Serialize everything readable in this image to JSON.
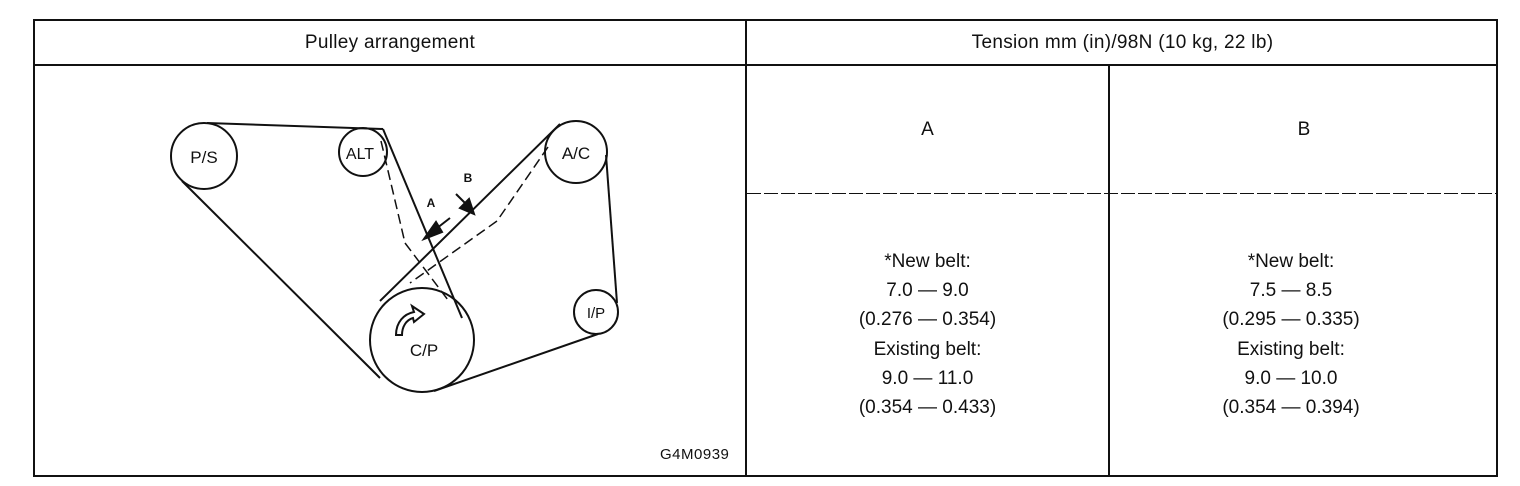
{
  "header": {
    "col1": "Pulley arrangement",
    "col2": "Tension mm (in)/98N (10 kg, 22 lb)"
  },
  "subheader": {
    "a": "A",
    "b": "B"
  },
  "diagram": {
    "pulleys": [
      "P/S",
      "ALT",
      "A/C",
      "I/P",
      "C/P"
    ],
    "labels": {
      "a": "A",
      "b": "B"
    },
    "figure_code": "G4M0939"
  },
  "tension": {
    "a": {
      "new_label": "*New belt:",
      "new_mm": "7.0 — 9.0",
      "new_in": "(0.276 — 0.354)",
      "existing_label": "Existing belt:",
      "existing_mm": "9.0 — 11.0",
      "existing_in": "(0.354 — 0.433)"
    },
    "b": {
      "new_label": "*New belt:",
      "new_mm": "7.5 — 8.5",
      "new_in": "(0.295 — 0.335)",
      "existing_label": "Existing belt:",
      "existing_mm": "9.0 — 10.0",
      "existing_in": "(0.354 — 0.394)"
    }
  }
}
